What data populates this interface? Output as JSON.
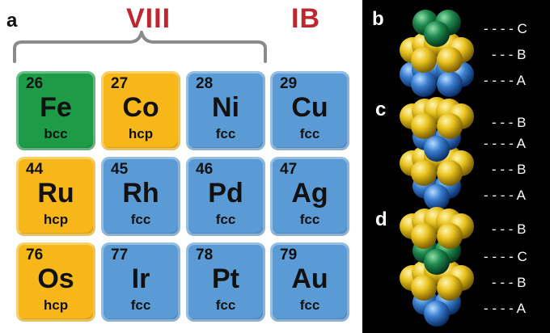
{
  "panels": {
    "a": "a",
    "b": "b",
    "c": "c",
    "d": "d"
  },
  "groups": {
    "viii": "VIII",
    "ib": "IB"
  },
  "colors": {
    "bcc": "#1d9b47",
    "hcp": "#f7b719",
    "fcc": "#5b9bd5",
    "group_label": "#c0272d",
    "sphere_green": "#1e8a4e",
    "sphere_yellow": "#e8c21e",
    "sphere_blue": "#3a7fd0"
  },
  "elements": [
    {
      "number": "26",
      "symbol": "Fe",
      "lattice": "bcc"
    },
    {
      "number": "27",
      "symbol": "Co",
      "lattice": "hcp"
    },
    {
      "number": "28",
      "symbol": "Ni",
      "lattice": "fcc"
    },
    {
      "number": "29",
      "symbol": "Cu",
      "lattice": "fcc"
    },
    {
      "number": "44",
      "symbol": "Ru",
      "lattice": "hcp"
    },
    {
      "number": "45",
      "symbol": "Rh",
      "lattice": "fcc"
    },
    {
      "number": "46",
      "symbol": "Pd",
      "lattice": "fcc"
    },
    {
      "number": "47",
      "symbol": "Ag",
      "lattice": "fcc"
    },
    {
      "number": "76",
      "symbol": "Os",
      "lattice": "hcp"
    },
    {
      "number": "77",
      "symbol": "Ir",
      "lattice": "fcc"
    },
    {
      "number": "78",
      "symbol": "Pt",
      "lattice": "fcc"
    },
    {
      "number": "79",
      "symbol": "Au",
      "lattice": "fcc"
    }
  ],
  "stacks": {
    "b": {
      "layers": [
        "C",
        "B",
        "A"
      ],
      "labels": [
        "- - - - C",
        "- - - B",
        "- - - - A"
      ]
    },
    "c": {
      "layers": [
        "B",
        "A",
        "B",
        "A"
      ],
      "labels": [
        "- - - B",
        "- - - - A",
        "- - - B",
        "- - - - A"
      ]
    },
    "d": {
      "layers": [
        "B",
        "C",
        "B",
        "A"
      ],
      "labels": [
        "- - - B",
        "- - - - C",
        "- - - B",
        "- - - - A"
      ]
    }
  }
}
